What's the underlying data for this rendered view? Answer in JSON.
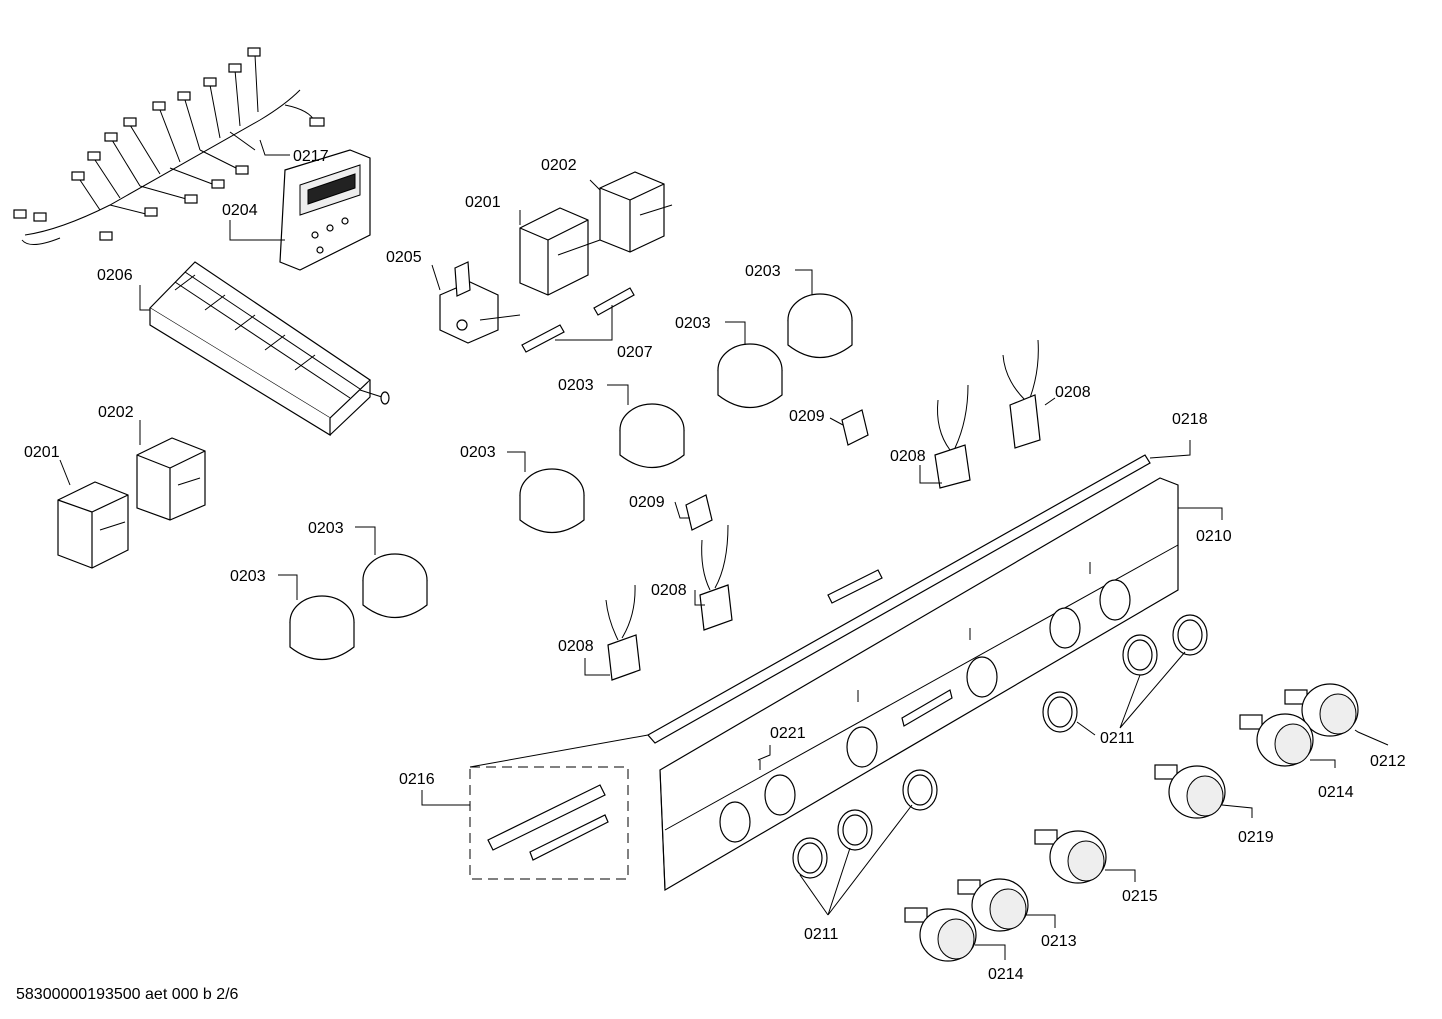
{
  "labels": {
    "p0217": "0217",
    "p0204": "0204",
    "p0202_top": "0202",
    "p0201_top": "0201",
    "p0205": "0205",
    "p0206": "0206",
    "p0207": "0207",
    "p0203_a": "0203",
    "p0203_b": "0203",
    "p0203_c": "0203",
    "p0203_d": "0203",
    "p0203_e": "0203",
    "p0203_f": "0203",
    "p0202_left": "0202",
    "p0201_left": "0201",
    "p0209_a": "0209",
    "p0209_b": "0209",
    "p0208_a": "0208",
    "p0208_b": "0208",
    "p0208_c": "0208",
    "p0208_d": "0208",
    "p0218": "0218",
    "p0210": "0210",
    "p0221": "0221",
    "p0216": "0216",
    "p0211_right": "0211",
    "p0211_bottom": "0211",
    "p0212": "0212",
    "p0214_right": "0214",
    "p0219": "0219",
    "p0215": "0215",
    "p0213": "0213",
    "p0214_bottom": "0214"
  },
  "footer": "58300000193500 aet 000 b 2/6"
}
